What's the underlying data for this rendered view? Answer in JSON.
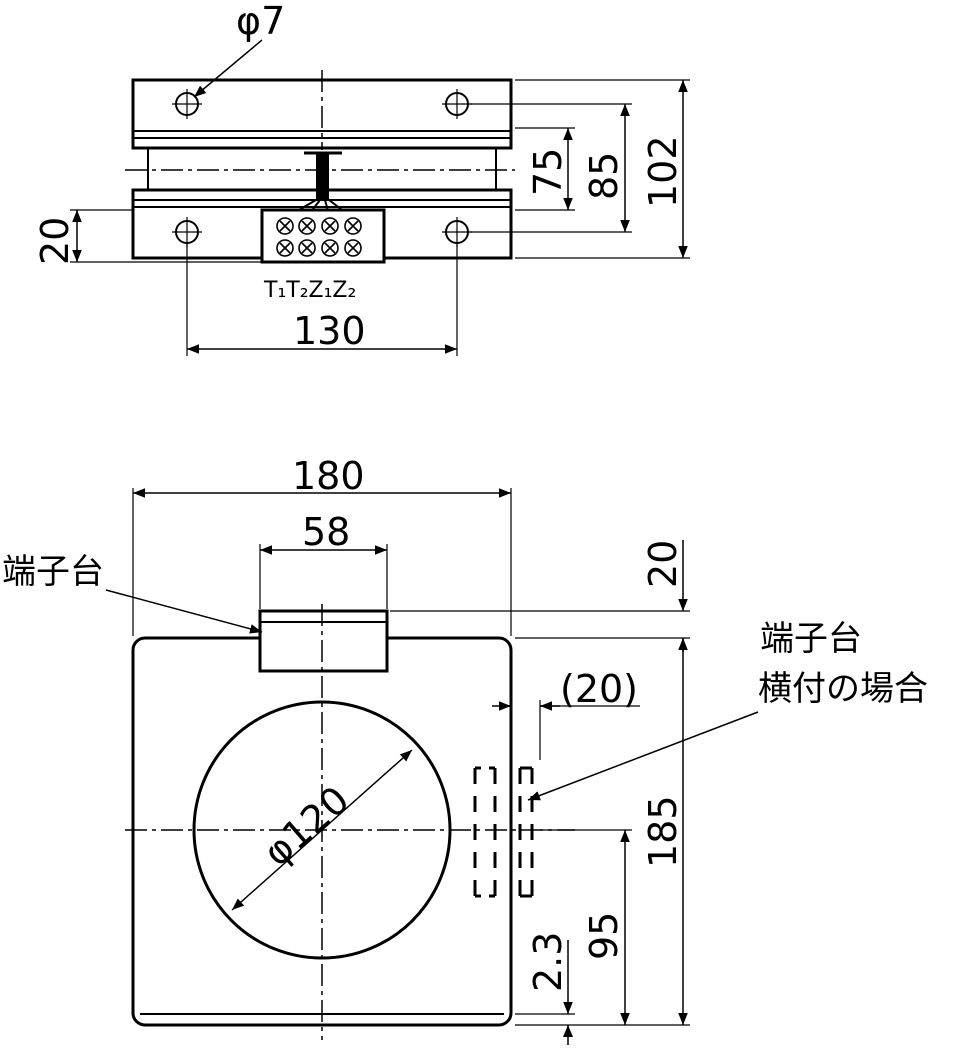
{
  "top_view": {
    "hole_dia": "φ7",
    "dim_75": "75",
    "dim_85": "85",
    "dim_102": "102",
    "dim_20": "20",
    "dim_130": "130",
    "terminal_labels": "T₁T₂Z₁Z₂"
  },
  "front_view": {
    "dim_180": "180",
    "dim_58": "58",
    "dim_20": "20",
    "dim_20_paren": "(20)",
    "dim_185": "185",
    "dim_95": "95",
    "dim_2_3": "2.3",
    "bore_dia": "φ120",
    "terminal_block_label": "端子台",
    "side_terminal_line1": "端子台",
    "side_terminal_line2": "横付の場合"
  }
}
